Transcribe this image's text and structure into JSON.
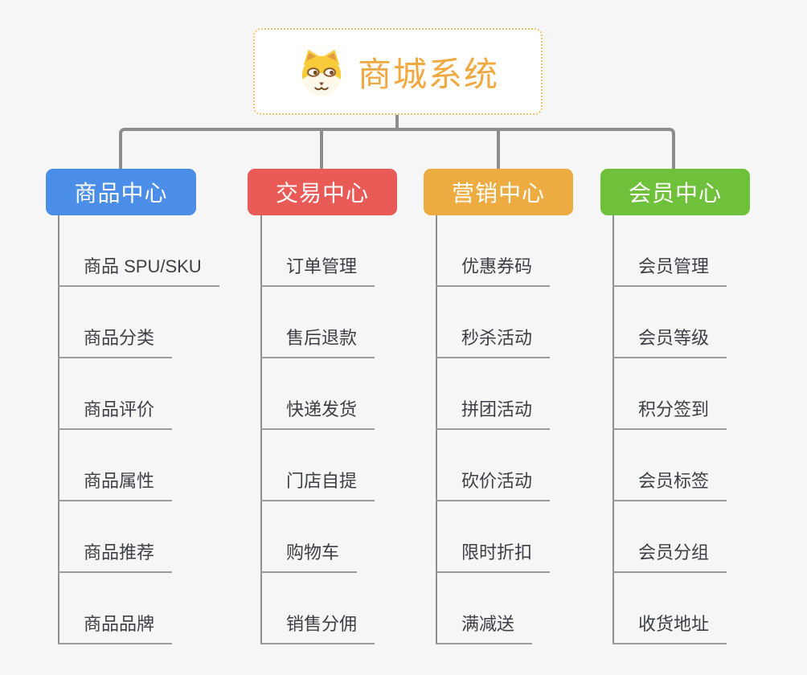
{
  "root": {
    "title": "商城系统",
    "icon": "dog-face-icon",
    "title_color": "#f0a840",
    "border_color": "#f4c46b"
  },
  "branches": [
    {
      "label": "商品中心",
      "color": "#4a8ee8",
      "children": [
        "商品 SPU/SKU",
        "商品分类",
        "商品评价",
        "商品属性",
        "商品推荐",
        "商品品牌"
      ]
    },
    {
      "label": "交易中心",
      "color": "#e85b56",
      "children": [
        "订单管理",
        "售后退款",
        "快递发货",
        "门店自提",
        "购物车",
        "销售分佣"
      ]
    },
    {
      "label": "营销中心",
      "color": "#ecac41",
      "children": [
        "优惠券码",
        "秒杀活动",
        "拼团活动",
        "砍价活动",
        "限时折扣",
        "满减送"
      ]
    },
    {
      "label": "会员中心",
      "color": "#6fc13c",
      "children": [
        "会员管理",
        "会员等级",
        "积分签到",
        "会员标签",
        "会员分组",
        "收货地址"
      ]
    }
  ],
  "connector_color": "#8d8d8d",
  "background_color": "#f6f6f6"
}
